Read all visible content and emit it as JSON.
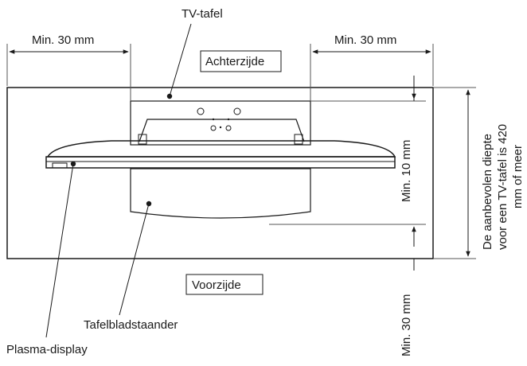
{
  "labels": {
    "tv_table": "TV-tafel",
    "min30_left": "Min. 30 mm",
    "min30_right": "Min. 30 mm",
    "back_side": "Achterzijde",
    "front_side": "Voorzijde",
    "min10_vertical": "Min. 10 mm",
    "min30_vertical": "Min. 30 mm",
    "recommended_depth": [
      "De aanbevolen diepte",
      "voor een TV-tafel is 420",
      "mm of meer"
    ],
    "stand": "Tafelbladstaander",
    "plasma_display": "Plasma-display"
  }
}
